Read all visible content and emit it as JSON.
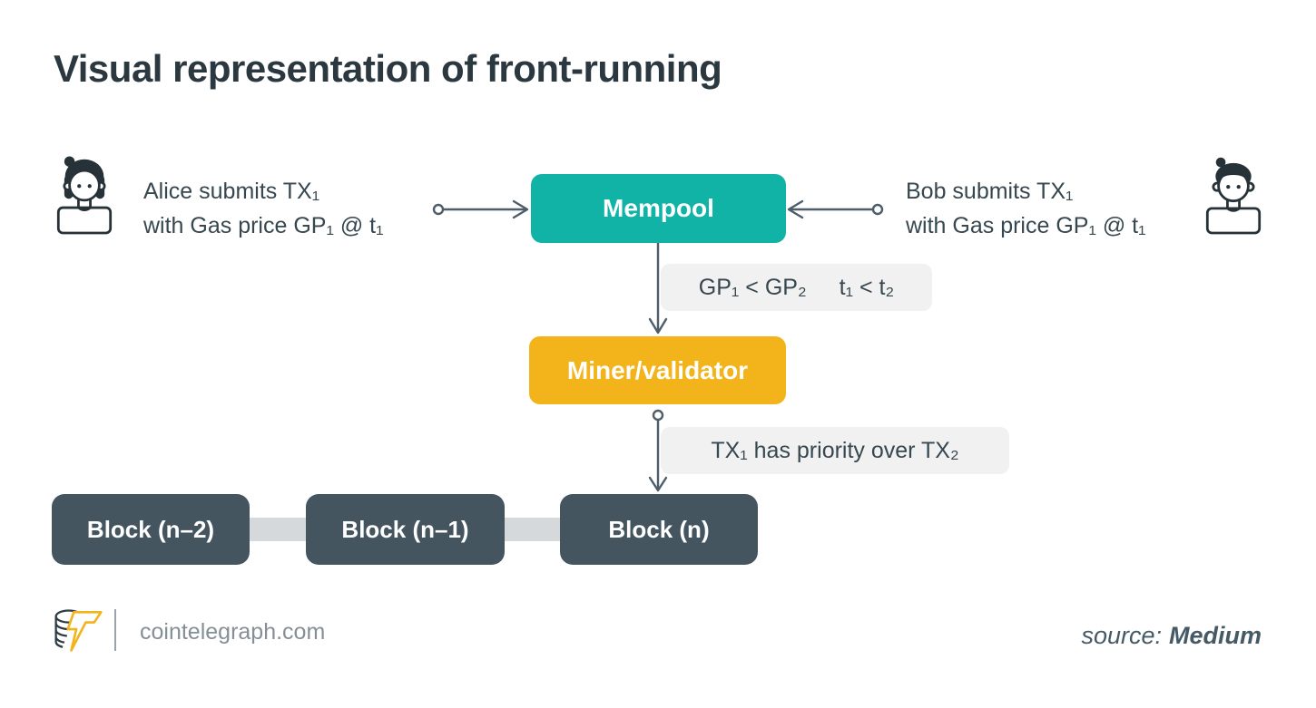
{
  "title": "Visual representation of front-running",
  "actors": {
    "alice": {
      "line1": "Alice submits TX₁",
      "line2": "with Gas price GP₁ @ t₁"
    },
    "bob": {
      "line1": "Bob submits TX₁",
      "line2": "with Gas price GP₁ @ t₁"
    }
  },
  "nodes": {
    "mempool": {
      "label": "Mempool"
    },
    "miner": {
      "label": "Miner/validator"
    },
    "blocks": [
      {
        "label": "Block (n–2)"
      },
      {
        "label": "Block (n–1)"
      },
      {
        "label": "Block (n)"
      }
    ]
  },
  "annotations": {
    "gas_price": {
      "part1": "GP₁ < GP₂",
      "part2": "t₁ < t₂"
    },
    "priority": {
      "text": "TX₁ has priority over TX₂"
    }
  },
  "footer": {
    "site": "cointelegraph.com",
    "source_label": "source:",
    "source_name": "Medium"
  },
  "icons": {
    "alice": "woman-avatar-icon",
    "bob": "man-avatar-icon",
    "logo": "cointelegraph-coin-bolt-logo"
  },
  "colors": {
    "mempool_teal": "#12b3a7",
    "miner_amber": "#f2b31b",
    "block_slate": "#455560",
    "connector_gray": "#d5d9dc",
    "note_bg": "#f1f1f2",
    "line_slate": "#4e5d6a",
    "text_slate": "#37474f",
    "title_dark": "#2b3840"
  }
}
